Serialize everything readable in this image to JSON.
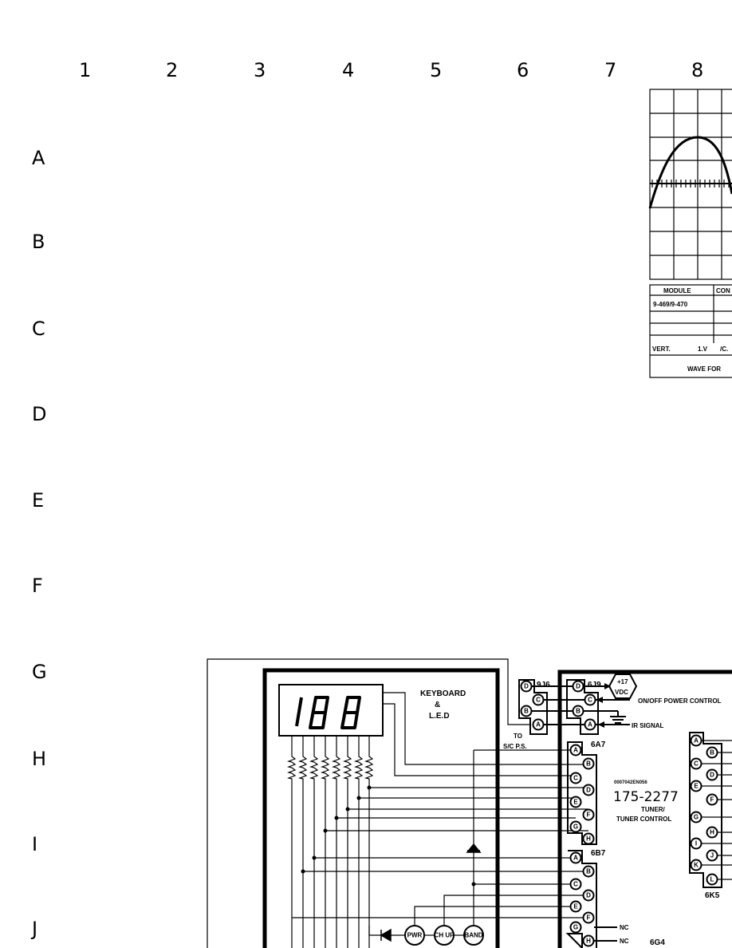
{
  "grid": {
    "columns": [
      "1",
      "2",
      "3",
      "4",
      "5",
      "6",
      "7",
      "8"
    ],
    "rows": [
      "A",
      "B",
      "C",
      "D",
      "E",
      "F",
      "G",
      "H",
      "I",
      "J"
    ]
  },
  "waveform_table": {
    "header_module": "MODULE",
    "header_con": "CON",
    "module_value": "9-469/9-470",
    "vert_label": "VERT.",
    "vert_value": "1.V",
    "div_label": "/C.",
    "title": "WAVE FOR"
  },
  "keyboard": {
    "title_line1": "KEYBOARD",
    "title_line2": "&",
    "title_line3": "L.E.D",
    "buttons": [
      "PWR",
      "CH UP",
      "BAND"
    ]
  },
  "connectors": {
    "c9j6": {
      "label": "9J6",
      "pins": [
        "D",
        "C",
        "B",
        "A"
      ]
    },
    "c6j9": {
      "label": "6J9",
      "pins": [
        "D",
        "C",
        "B",
        "A"
      ]
    },
    "c6a7": {
      "label": "6A7",
      "pins": [
        "A",
        "B",
        "C",
        "D",
        "E",
        "F",
        "G",
        "H"
      ]
    },
    "c6b7": {
      "label": "6B7",
      "pins": [
        "A",
        "B",
        "C",
        "D",
        "E",
        "F",
        "G",
        "H"
      ]
    },
    "c6k5": {
      "label": "6K5",
      "pins": [
        "A",
        "B",
        "C",
        "D",
        "E",
        "F",
        "G",
        "H",
        "I",
        "J",
        "K",
        "L"
      ]
    },
    "c6g4": {
      "label": "6G4"
    }
  },
  "signals": {
    "vdc_line1": "+17",
    "vdc_line2": "VDC",
    "power_control": "ON/OFF POWER CONTROL",
    "ir_signal": "IR SIGNAL",
    "to_sc_line1": "TO",
    "to_sc_line2": "S/C P.S.",
    "nc1": "NC",
    "nc2": "NC"
  },
  "tuner": {
    "code": "0007042EN056",
    "part_number": "175-2277",
    "name_line1": "TUNER/",
    "name_line2": "TUNER CONTROL"
  }
}
